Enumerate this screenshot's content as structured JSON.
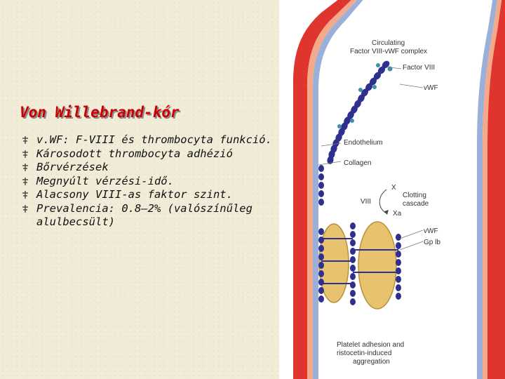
{
  "title": "Von Willebrand-kór",
  "bullets": [
    "v.WF: F-VIII és thrombocyta funkció.",
    "Károsodott thrombocyta adhézió",
    "Bőrvérzések",
    "Megnyúlt vérzési-idő.",
    "Alacsony VIII-as faktor szint.",
    "Prevalencia: 0.8–2% (valószínűleg alulbecsült)"
  ],
  "bullet_icon": "pushpin-icon",
  "figure": {
    "labels": {
      "circulating_line1": "Circulating",
      "circulating_line2": "Factor VIII-vWF complex",
      "factor_viii": "Factor VIII",
      "vwf_top": "vWF",
      "endothelium": "Endothelium",
      "collagen": "Collagen",
      "x": "X",
      "viii": "VIII",
      "xa": "Xa",
      "clotting_line1": "Clotting",
      "clotting_line2": "cascade",
      "vwf_bottom": "vWF",
      "gp_ib": "Gp lb",
      "platelet_line1": "Platelet adhesion and",
      "platelet_line2": "ristocetin-induced",
      "platelet_line3": "aggregation"
    },
    "colors": {
      "vessel_wall": "#e0352e",
      "endothelium": "#f4a98a",
      "collagen": "#9ab0d8",
      "vwf_chain": "#2e2f8f",
      "factor_viii": "#3f8fa8",
      "platelet": "#e8c36e"
    }
  }
}
